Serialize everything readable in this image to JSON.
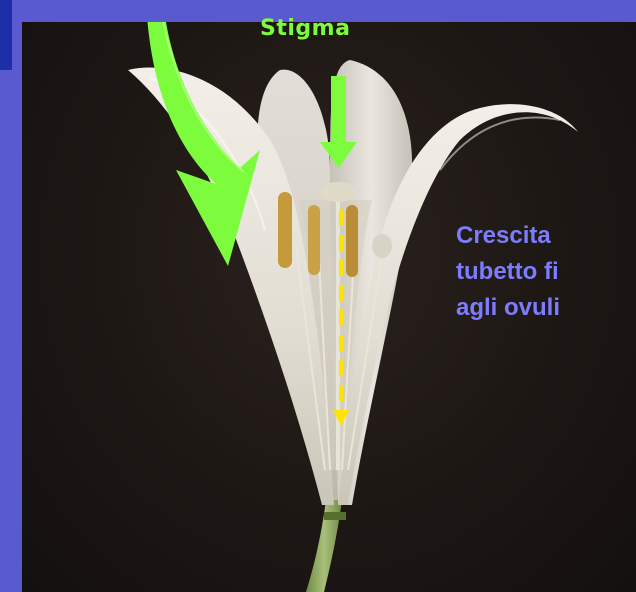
{
  "labels": {
    "stigma": "Stigma"
  },
  "caption": {
    "line1": "Crescita",
    "line2": "tubetto fi",
    "line3": "agli ovuli"
  },
  "colors": {
    "slide_background": "#5a5ad0",
    "accent_bar": "#1e2ea8",
    "arrow_green": "#7CFC3C",
    "dashed_arrow_yellow": "#FFE400",
    "caption_text": "#7c7cff"
  },
  "icons": {
    "curved_arrow": "curved-arrow-icon",
    "down_arrow": "down-arrow-icon",
    "dashed_arrow": "dashed-down-arrow-icon"
  }
}
